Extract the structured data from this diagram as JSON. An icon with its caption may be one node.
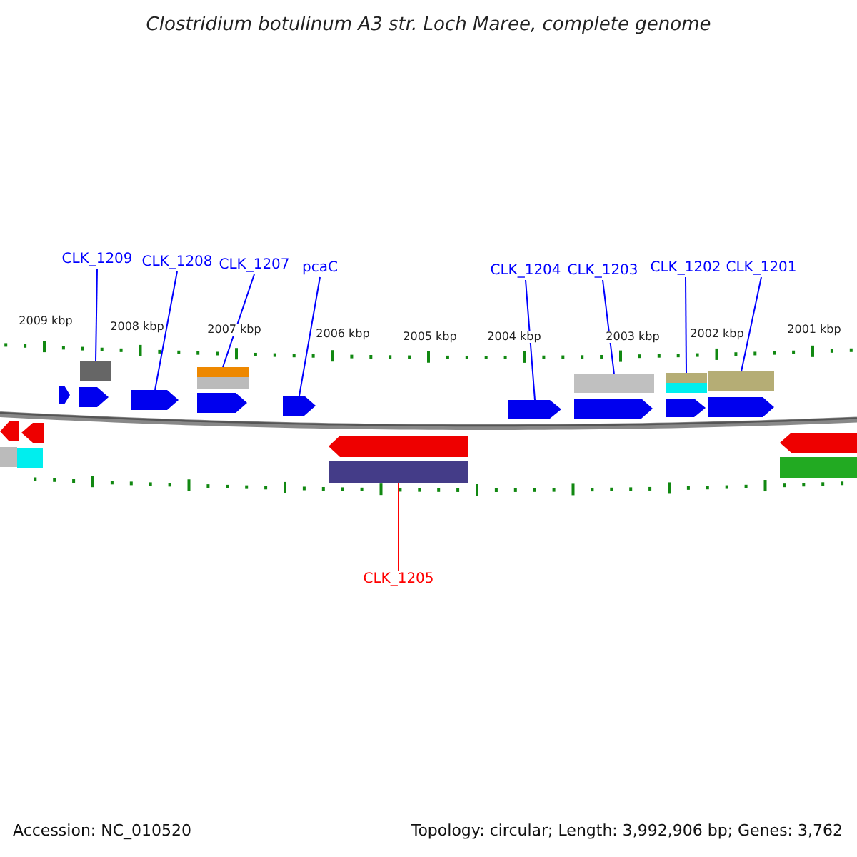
{
  "diagram": {
    "title": "Clostridium botulinum A3 str. Loch Maree, complete genome",
    "nodes": [
      {
        "text": [
          "CLK_1209"
        ]
      },
      {
        "text": [
          "CLK_1208"
        ]
      },
      {
        "text": [
          "CLK_1207"
        ]
      },
      {
        "text": [
          "pcaC"
        ]
      },
      {
        "text": [
          "CLK_1204"
        ]
      },
      {
        "text": [
          "CLK_1203"
        ]
      },
      {
        "text": [
          "CLK_1202"
        ]
      },
      {
        "text": [
          "CLK_1201"
        ]
      },
      {
        "text": [
          "CLK_1205"
        ]
      },
      {
        "text": [],
        "shape": "box"
      },
      {
        "text": [],
        "shape": "arrow"
      },
      {
        "text": [],
        "shape": "box"
      },
      {
        "text": [],
        "shape": "arrow"
      },
      {
        "text": [],
        "shape": "arrow"
      },
      {
        "text": [],
        "shape": "box"
      },
      {
        "text": [],
        "shape": "box"
      },
      {
        "text": [],
        "shape": "box"
      },
      {
        "text": [],
        "shape": "box"
      },
      {
        "text": [],
        "shape": "arrow"
      },
      {
        "text": [],
        "shape": "arrow"
      },
      {
        "text": [],
        "shape": "arrow"
      },
      {
        "text": [],
        "shape": "arrow"
      },
      {
        "text": [],
        "shape": "arrow"
      },
      {
        "text": [],
        "shape": "arrow"
      },
      {
        "text": [],
        "shape": "box"
      },
      {
        "text": [],
        "shape": "box"
      },
      {
        "text": [],
        "shape": "arrow"
      },
      {
        "text": [],
        "shape": "arrow"
      },
      {
        "text": [],
        "shape": "box"
      },
      {
        "text": [],
        "shape": "box"
      },
      {
        "text": [],
        "shape": "arrow"
      },
      {
        "text": [],
        "shape": "arrow"
      },
      {
        "text": [],
        "shape": "box"
      }
    ],
    "edges": [
      {
        "from": 0,
        "to": 9,
        "arrow": "none"
      },
      {
        "from": 1,
        "to": 10,
        "arrow": "none"
      },
      {
        "from": 2,
        "to": 11,
        "arrow": "none"
      },
      {
        "from": 3,
        "to": 12,
        "arrow": "none"
      },
      {
        "from": 4,
        "to": 13,
        "arrow": "none"
      },
      {
        "from": 5,
        "to": 14,
        "arrow": "none"
      },
      {
        "from": 6,
        "to": 15,
        "arrow": "none"
      },
      {
        "from": 7,
        "to": 16,
        "arrow": "none"
      },
      {
        "from": 8,
        "to": 17,
        "arrow": "none",
        "color": "#ff0000"
      }
    ],
    "labels": [
      "2009 kbp",
      "2008 kbp",
      "2007 kbp",
      "2006 kbp",
      "2005 kbp",
      "2004 kbp",
      "2003 kbp",
      "2002 kbp",
      "2001 kbp",
      "Accession: NC_010520",
      "Topology: circular; Length: 3,992,906 bp; Genes: 3,762"
    ]
  }
}
